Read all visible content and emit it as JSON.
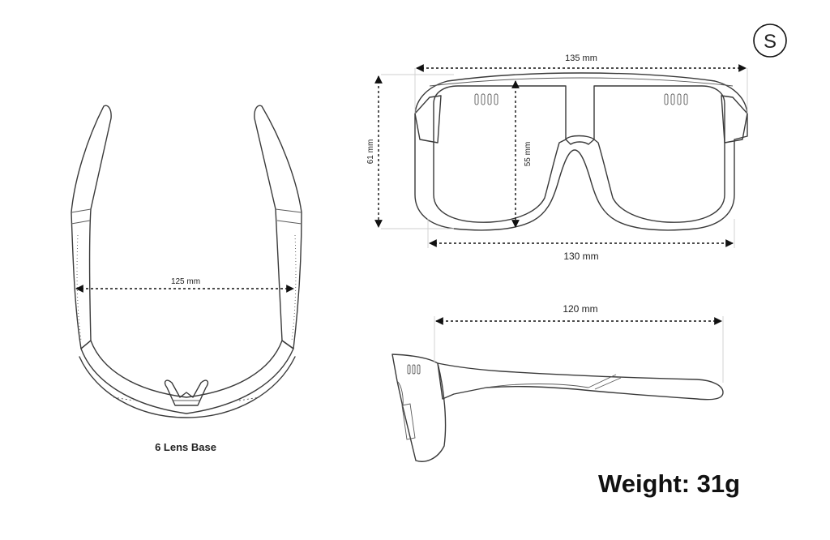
{
  "size_badge": "S",
  "dimensions": {
    "front_width_top": "135 mm",
    "front_width_bottom": "130 mm",
    "front_height_total": "61 mm",
    "lens_height": "55 mm",
    "top_view_width": "125 mm",
    "side_temple_length": "120 mm"
  },
  "lens_base_label": "6 Lens Base",
  "weight_label": "Weight: 31g"
}
